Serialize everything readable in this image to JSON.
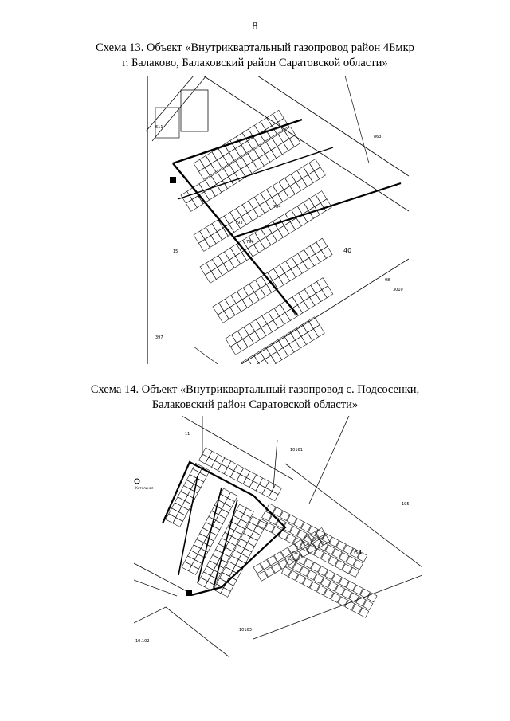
{
  "page": {
    "number": "8"
  },
  "scheme13": {
    "caption_line1": "Схема 13. Объект «Внутриквартальный газопровод район 4Бмкр",
    "caption_line2": "г. Балаково, Балаковский район Саратовской области»",
    "map_labels": [
      "611",
      "40",
      "3010",
      "784",
      "793",
      "794",
      "15",
      "397",
      "863",
      "98"
    ]
  },
  "scheme14": {
    "caption_line1": "Схема 14. Объект «Внутриквартальный газопровод с. Подсосенки,",
    "caption_line2": "Балаковский район Саратовской области»",
    "map_labels": [
      "10161",
      "195",
      "64",
      "10163",
      "10.102",
      "11",
      "Котельная"
    ]
  },
  "colors": {
    "ink": "#000000",
    "paper": "#ffffff",
    "line": "#1a1a1a"
  }
}
